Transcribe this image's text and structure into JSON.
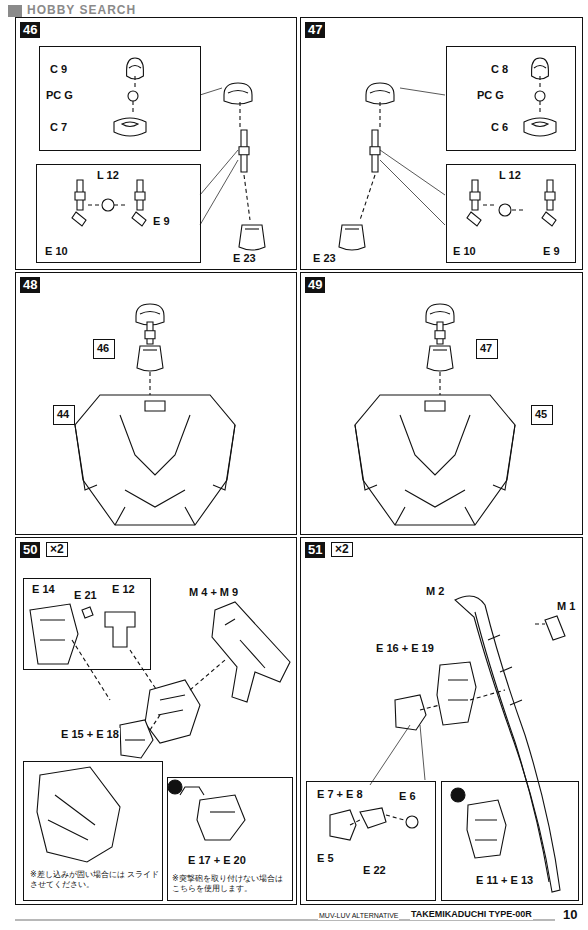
{
  "diagram": {
    "nodes": [
      {
        "text": [
          "46"
        ]
      },
      {
        "text": [
          "C 9",
          "PC G",
          "C 7"
        ],
        "in": 0
      },
      {
        "text": [
          "L 12",
          "E 10",
          "E 9"
        ],
        "in": 0
      },
      {
        "text": [
          "47"
        ]
      },
      {
        "text": [
          "C 8",
          "PC G",
          "C 6"
        ],
        "in": 3
      },
      {
        "text": [
          "L 12",
          "E 10",
          "E 9"
        ],
        "in": 3
      },
      {
        "text": [
          "48"
        ]
      },
      {
        "text": [
          "46"
        ],
        "in": 6
      },
      {
        "text": [
          "44"
        ],
        "in": 6
      },
      {
        "text": [
          "49"
        ]
      },
      {
        "text": [
          "47"
        ],
        "in": 9
      },
      {
        "text": [
          "45"
        ],
        "in": 9
      },
      {
        "text": [
          "50",
          "×2"
        ]
      },
      {
        "text": [
          "E 14",
          "E 21",
          "E 12"
        ],
        "in": 12
      },
      {
        "text": [
          "※差し込みが固い場合には スライドさせてください。"
        ],
        "in": 12
      },
      {
        "text": [
          "E 17 + E 20",
          "※突撃砲を取り付けない場合は こちらを使用します。"
        ],
        "in": 12
      },
      {
        "text": [
          "51",
          "×2"
        ]
      },
      {
        "text": [
          "E 7 + E 8",
          "E 6",
          "E 5",
          "E 22"
        ],
        "in": 16
      },
      {
        "text": [
          "E 11 + E 13"
        ],
        "in": 16
      }
    ],
    "labels": [
      "HOBBY SEARCH",
      "E 23",
      "E 23",
      "M 4 + M 9",
      "E 15 + E 18",
      "M 2",
      "M 1",
      "E 16 + E 19",
      "MUV-LUV ALTERNATIVE",
      "TAKEMIKADUCHI TYPE-00R",
      "10"
    ]
  }
}
